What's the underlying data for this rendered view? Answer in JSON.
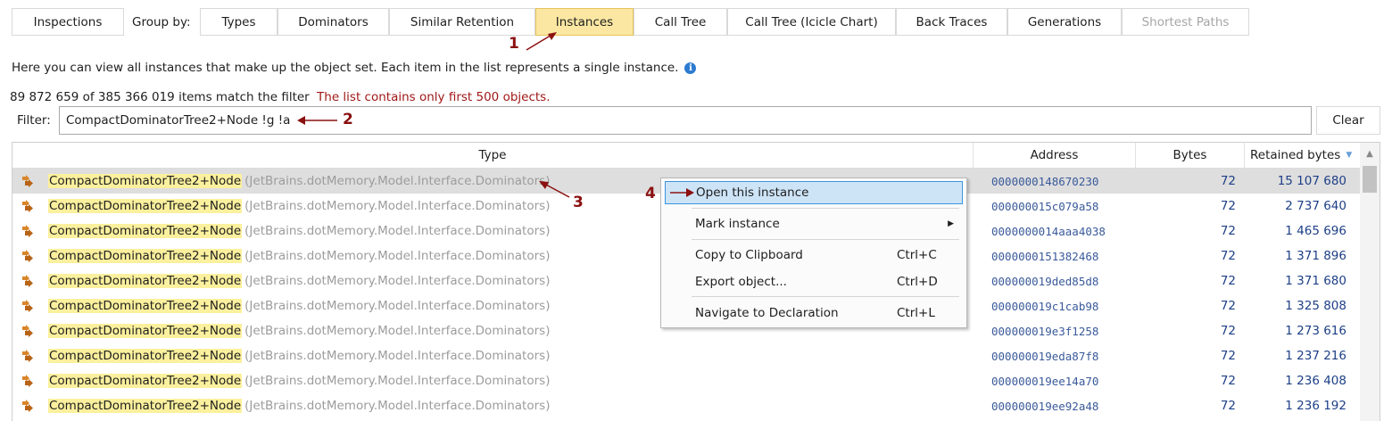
{
  "toolbar": {
    "inspections": "Inspections",
    "group_by_label": "Group by:",
    "tabs": [
      "Types",
      "Dominators",
      "Similar Retention",
      "Instances",
      "Call Tree",
      "Call Tree (Icicle Chart)",
      "Back Traces",
      "Generations",
      "Shortest Paths"
    ],
    "active_tab": "Instances",
    "disabled_tab": "Shortest Paths"
  },
  "annotations": {
    "a1": "1",
    "a2": "2",
    "a3": "3",
    "a4": "4"
  },
  "description": "Here you can view all instances that make up the object set. Each item in the list represents a single instance.",
  "match_count": "89 872 659 of 385 366 019 items match the filter",
  "match_warning": "The list contains only first 500 objects.",
  "filter": {
    "label": "Filter:",
    "value": "CompactDominatorTree2+Node !g !a",
    "clear_label": "Clear"
  },
  "table": {
    "columns": {
      "type": "Type",
      "address": "Address",
      "bytes": "Bytes",
      "retained": "Retained bytes"
    },
    "sort_column": "retained",
    "rows": [
      {
        "type": "CompactDominatorTree2+Node",
        "ns": "(JetBrains.dotMemory.Model.Interface.Dominators)",
        "address": "0000000148670230",
        "bytes": "72",
        "retained": "15 107 680"
      },
      {
        "type": "CompactDominatorTree2+Node",
        "ns": "(JetBrains.dotMemory.Model.Interface.Dominators)",
        "address": "000000015c079a58",
        "bytes": "72",
        "retained": "2 737 640"
      },
      {
        "type": "CompactDominatorTree2+Node",
        "ns": "(JetBrains.dotMemory.Model.Interface.Dominators)",
        "address": "0000000014aaa4038",
        "bytes": "72",
        "retained": "1 465 696"
      },
      {
        "type": "CompactDominatorTree2+Node",
        "ns": "(JetBrains.dotMemory.Model.Interface.Dominators)",
        "address": "0000000151382468",
        "bytes": "72",
        "retained": "1 371 896"
      },
      {
        "type": "CompactDominatorTree2+Node",
        "ns": "(JetBrains.dotMemory.Model.Interface.Dominators)",
        "address": "000000019ded85d8",
        "bytes": "72",
        "retained": "1 371 680"
      },
      {
        "type": "CompactDominatorTree2+Node",
        "ns": "(JetBrains.dotMemory.Model.Interface.Dominators)",
        "address": "000000019c1cab98",
        "bytes": "72",
        "retained": "1 325 808"
      },
      {
        "type": "CompactDominatorTree2+Node",
        "ns": "(JetBrains.dotMemory.Model.Interface.Dominators)",
        "address": "000000019e3f1258",
        "bytes": "72",
        "retained": "1 273 616"
      },
      {
        "type": "CompactDominatorTree2+Node",
        "ns": "(JetBrains.dotMemory.Model.Interface.Dominators)",
        "address": "000000019eda87f8",
        "bytes": "72",
        "retained": "1 237 216"
      },
      {
        "type": "CompactDominatorTree2+Node",
        "ns": "(JetBrains.dotMemory.Model.Interface.Dominators)",
        "address": "000000019ee14a70",
        "bytes": "72",
        "retained": "1 236 408"
      },
      {
        "type": "CompactDominatorTree2+Node",
        "ns": "(JetBrains.dotMemory.Model.Interface.Dominators)",
        "address": "000000019ee92a48",
        "bytes": "72",
        "retained": "1 236 192"
      }
    ]
  },
  "context_menu": {
    "items": [
      {
        "label": "Open this instance",
        "shortcut": "",
        "highlighted": true
      },
      {
        "label": "Mark instance",
        "shortcut": "",
        "submenu": true
      },
      {
        "label": "Copy to Clipboard",
        "shortcut": "Ctrl+C"
      },
      {
        "label": "Export object...",
        "shortcut": "Ctrl+D"
      },
      {
        "label": "Navigate to Declaration",
        "shortcut": "Ctrl+L"
      }
    ]
  },
  "colors": {
    "active_tab_bg": "#fbe7a2",
    "type_highlight": "#fbf09d",
    "annotation": "#8b1010",
    "menu_highlight": "#cde4f7",
    "warning_text": "#a01818"
  },
  "icons": {
    "row_icon": "instance-node-icon",
    "info": "info-icon",
    "sort": "sort-descending-icon",
    "submenu": "submenu-arrow-icon"
  }
}
